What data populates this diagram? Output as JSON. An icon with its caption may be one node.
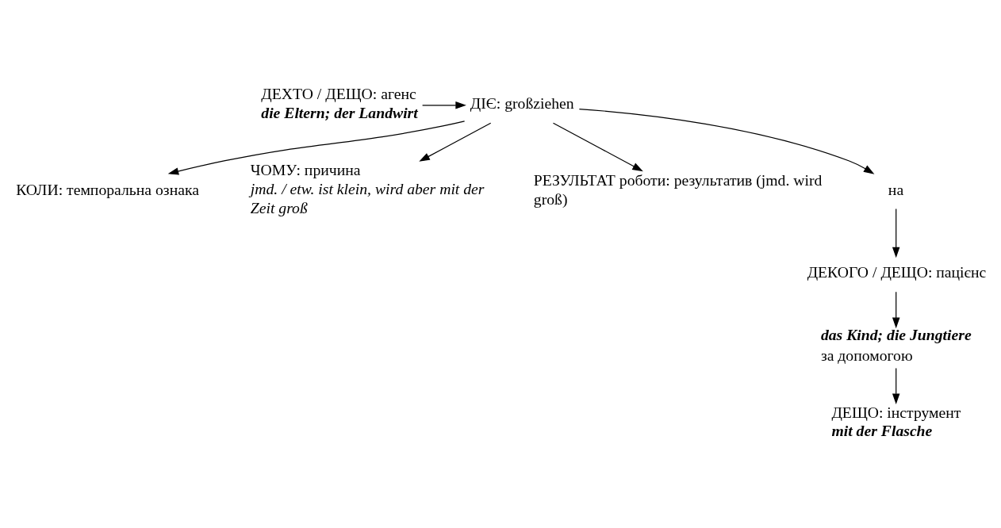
{
  "diagram": {
    "nodes": [
      {
        "text": [
          "ДЕХТО / ДЕЩО: агенс",
          "die Eltern; der Landwirt"
        ]
      },
      {
        "text": [
          "ДІЄ: großziehen"
        ]
      },
      {
        "text": [
          "КОЛИ: темпоральна ознака"
        ]
      },
      {
        "text": [
          "ЧОМУ: причина",
          "jmd. / etw. ist klein, wird aber mit der Zeit groß"
        ]
      },
      {
        "text": [
          "РЕЗУЛЬТАТ роботи: результатив (jmd. wird groß)"
        ]
      },
      {
        "text": [
          "на"
        ]
      },
      {
        "text": [
          "ДЕКОГО / ДЕЩО: пацієнс"
        ]
      },
      {
        "text": [
          "das Kind; die Jungtiere",
          "за допомогою"
        ]
      },
      {
        "text": [
          "ДЕЩО: інструмент",
          "mit der Flasche"
        ]
      }
    ],
    "edges": [
      {
        "from": 0,
        "to": 1,
        "arrow": "to"
      },
      {
        "from": 1,
        "to": 2,
        "arrow": "to"
      },
      {
        "from": 1,
        "to": 3,
        "arrow": "to"
      },
      {
        "from": 1,
        "to": 4,
        "arrow": "to"
      },
      {
        "from": 1,
        "to": 5,
        "arrow": "to"
      },
      {
        "from": 5,
        "to": 6,
        "arrow": "to"
      },
      {
        "from": 6,
        "to": 7,
        "arrow": "to"
      },
      {
        "from": 7,
        "to": 8,
        "arrow": "to"
      }
    ]
  }
}
